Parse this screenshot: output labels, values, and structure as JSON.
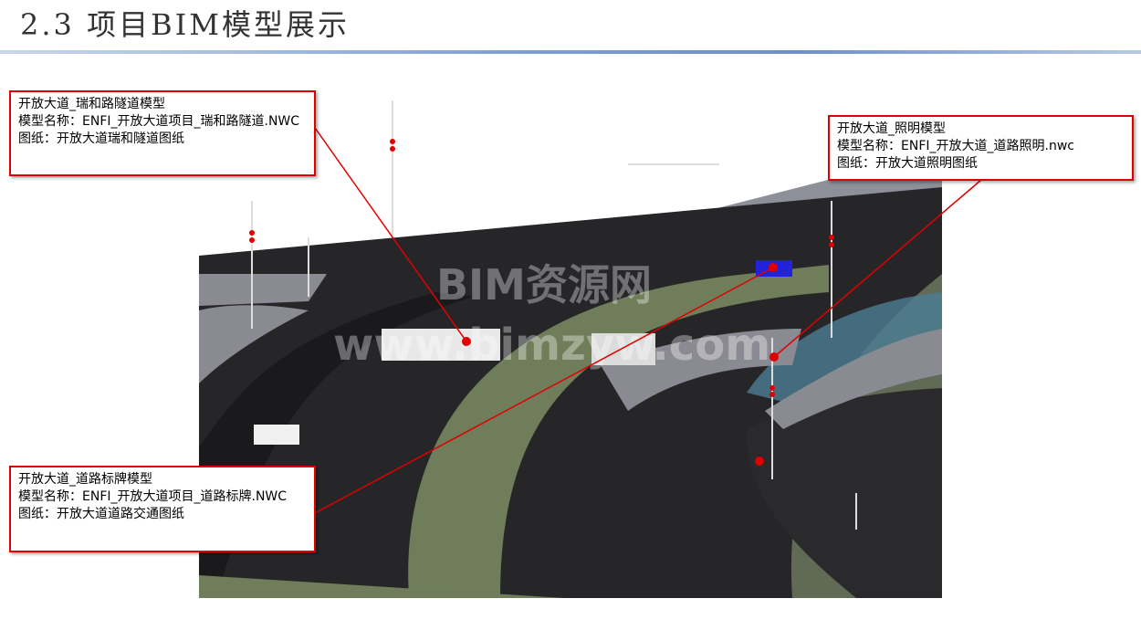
{
  "slide": {
    "title": "2.3 项目BIM模型展示"
  },
  "watermark": {
    "line1": "BIM资源网",
    "line2": "www.bimzyw.com"
  },
  "callouts": [
    {
      "heading": "开放大道_瑞和路隧道模型",
      "model_name": "模型名称：ENFI_开放大道项目_瑞和路隧道.NWC",
      "drawing": "图纸：开放大道瑞和隧道图纸"
    },
    {
      "heading": "开放大道_照明模型",
      "model_name": "模型名称：ENFI_开放大道_道路照明.nwc",
      "drawing": "图纸：开放大道照明图纸"
    },
    {
      "heading": "开放大道_道路标牌模型",
      "model_name": "模型名称：ENFI_开放大道项目_道路标牌.NWC",
      "drawing": "图纸：开放大道道路交通图纸"
    }
  ],
  "colors": {
    "accent": "#e00000",
    "road": "#1c1c1e",
    "grass": "#6f7d5a"
  }
}
